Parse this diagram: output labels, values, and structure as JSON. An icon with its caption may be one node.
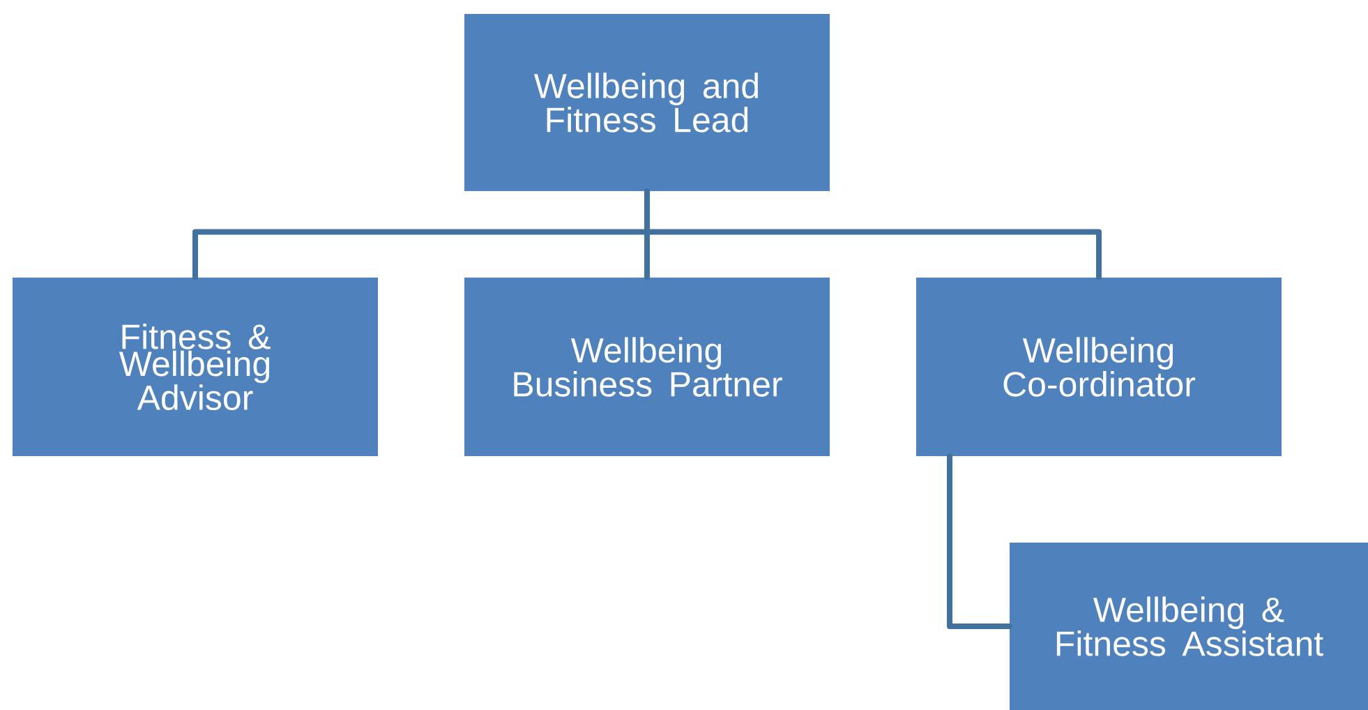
{
  "diagram": {
    "nodes": [
      {
        "text": [
          "Wellbeing and Fitness Lead"
        ]
      },
      {
        "text": [
          "Fitness & Wellbeing Advisor"
        ]
      },
      {
        "text": [
          "Wellbeing Business Partner"
        ]
      },
      {
        "text": [
          "Wellbeing Co-ordinator"
        ]
      },
      {
        "text": [
          "Wellbeing & Fitness Assistant"
        ]
      }
    ],
    "edges": [
      {
        "from": 0,
        "to": 1,
        "arrow": "none"
      },
      {
        "from": 0,
        "to": 2,
        "arrow": "none"
      },
      {
        "from": 0,
        "to": 3,
        "arrow": "none"
      },
      {
        "from": 3,
        "to": 4,
        "arrow": "none"
      }
    ]
  }
}
